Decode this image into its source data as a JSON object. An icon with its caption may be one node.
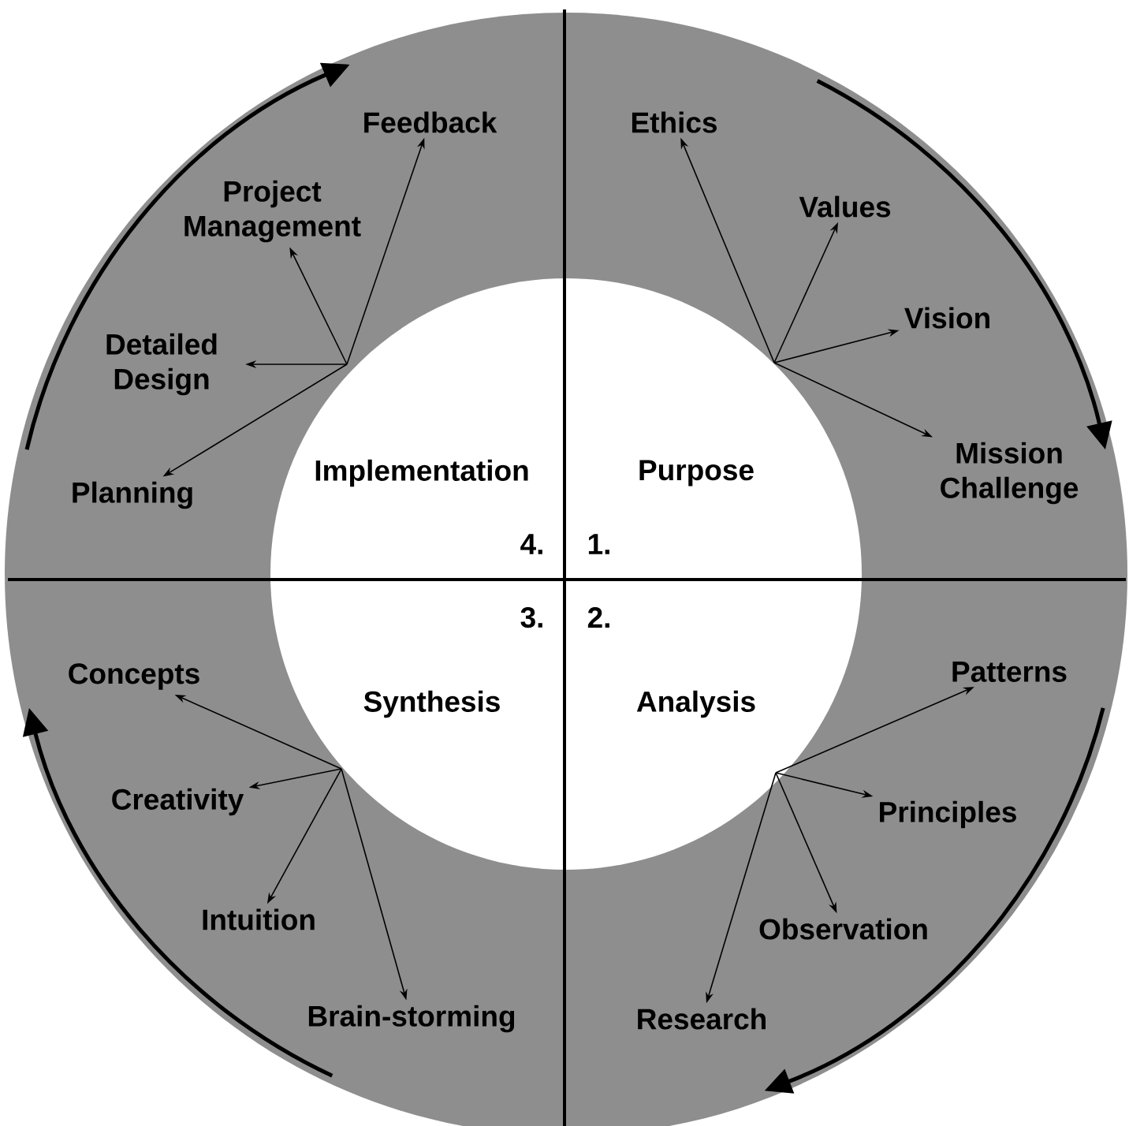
{
  "diagram": {
    "nodes": [
      {
        "text": [
          "Feedback"
        ]
      },
      {
        "text": [
          "Project Management"
        ]
      },
      {
        "text": [
          "Detailed Design"
        ]
      },
      {
        "text": [
          "Planning"
        ]
      },
      {
        "text": [
          "Ethics"
        ]
      },
      {
        "text": [
          "Values"
        ]
      },
      {
        "text": [
          "Vision"
        ]
      },
      {
        "text": [
          "Mission Challenge"
        ]
      },
      {
        "text": [
          "Patterns"
        ]
      },
      {
        "text": [
          "Principles"
        ]
      },
      {
        "text": [
          "Observation"
        ]
      },
      {
        "text": [
          "Research"
        ]
      },
      {
        "text": [
          "Concepts"
        ]
      },
      {
        "text": [
          "Creativity"
        ]
      },
      {
        "text": [
          "Intuition"
        ]
      },
      {
        "text": [
          "Brain-storming"
        ]
      }
    ],
    "edges": [
      {
        "from": null,
        "to": 0,
        "arrow": "to"
      },
      {
        "from": null,
        "to": 1,
        "arrow": "to"
      },
      {
        "from": null,
        "to": 2,
        "arrow": "to"
      },
      {
        "from": null,
        "to": 3,
        "arrow": "to"
      },
      {
        "from": null,
        "to": 4,
        "arrow": "to"
      },
      {
        "from": null,
        "to": 5,
        "arrow": "to"
      },
      {
        "from": null,
        "to": 6,
        "arrow": "to"
      },
      {
        "from": null,
        "to": 7,
        "arrow": "to"
      },
      {
        "from": null,
        "to": 8,
        "arrow": "to"
      },
      {
        "from": null,
        "to": 9,
        "arrow": "to"
      },
      {
        "from": null,
        "to": 10,
        "arrow": "to"
      },
      {
        "from": null,
        "to": 11,
        "arrow": "to"
      },
      {
        "from": null,
        "to": 12,
        "arrow": "to"
      },
      {
        "from": null,
        "to": 13,
        "arrow": "to"
      },
      {
        "from": null,
        "to": 14,
        "arrow": "to"
      },
      {
        "from": null,
        "to": 15,
        "arrow": "to"
      }
    ],
    "labels": [
      "Implementation",
      "Purpose",
      "4.",
      "1.",
      "3.",
      "2.",
      "Synthesis",
      "Analysis"
    ]
  }
}
